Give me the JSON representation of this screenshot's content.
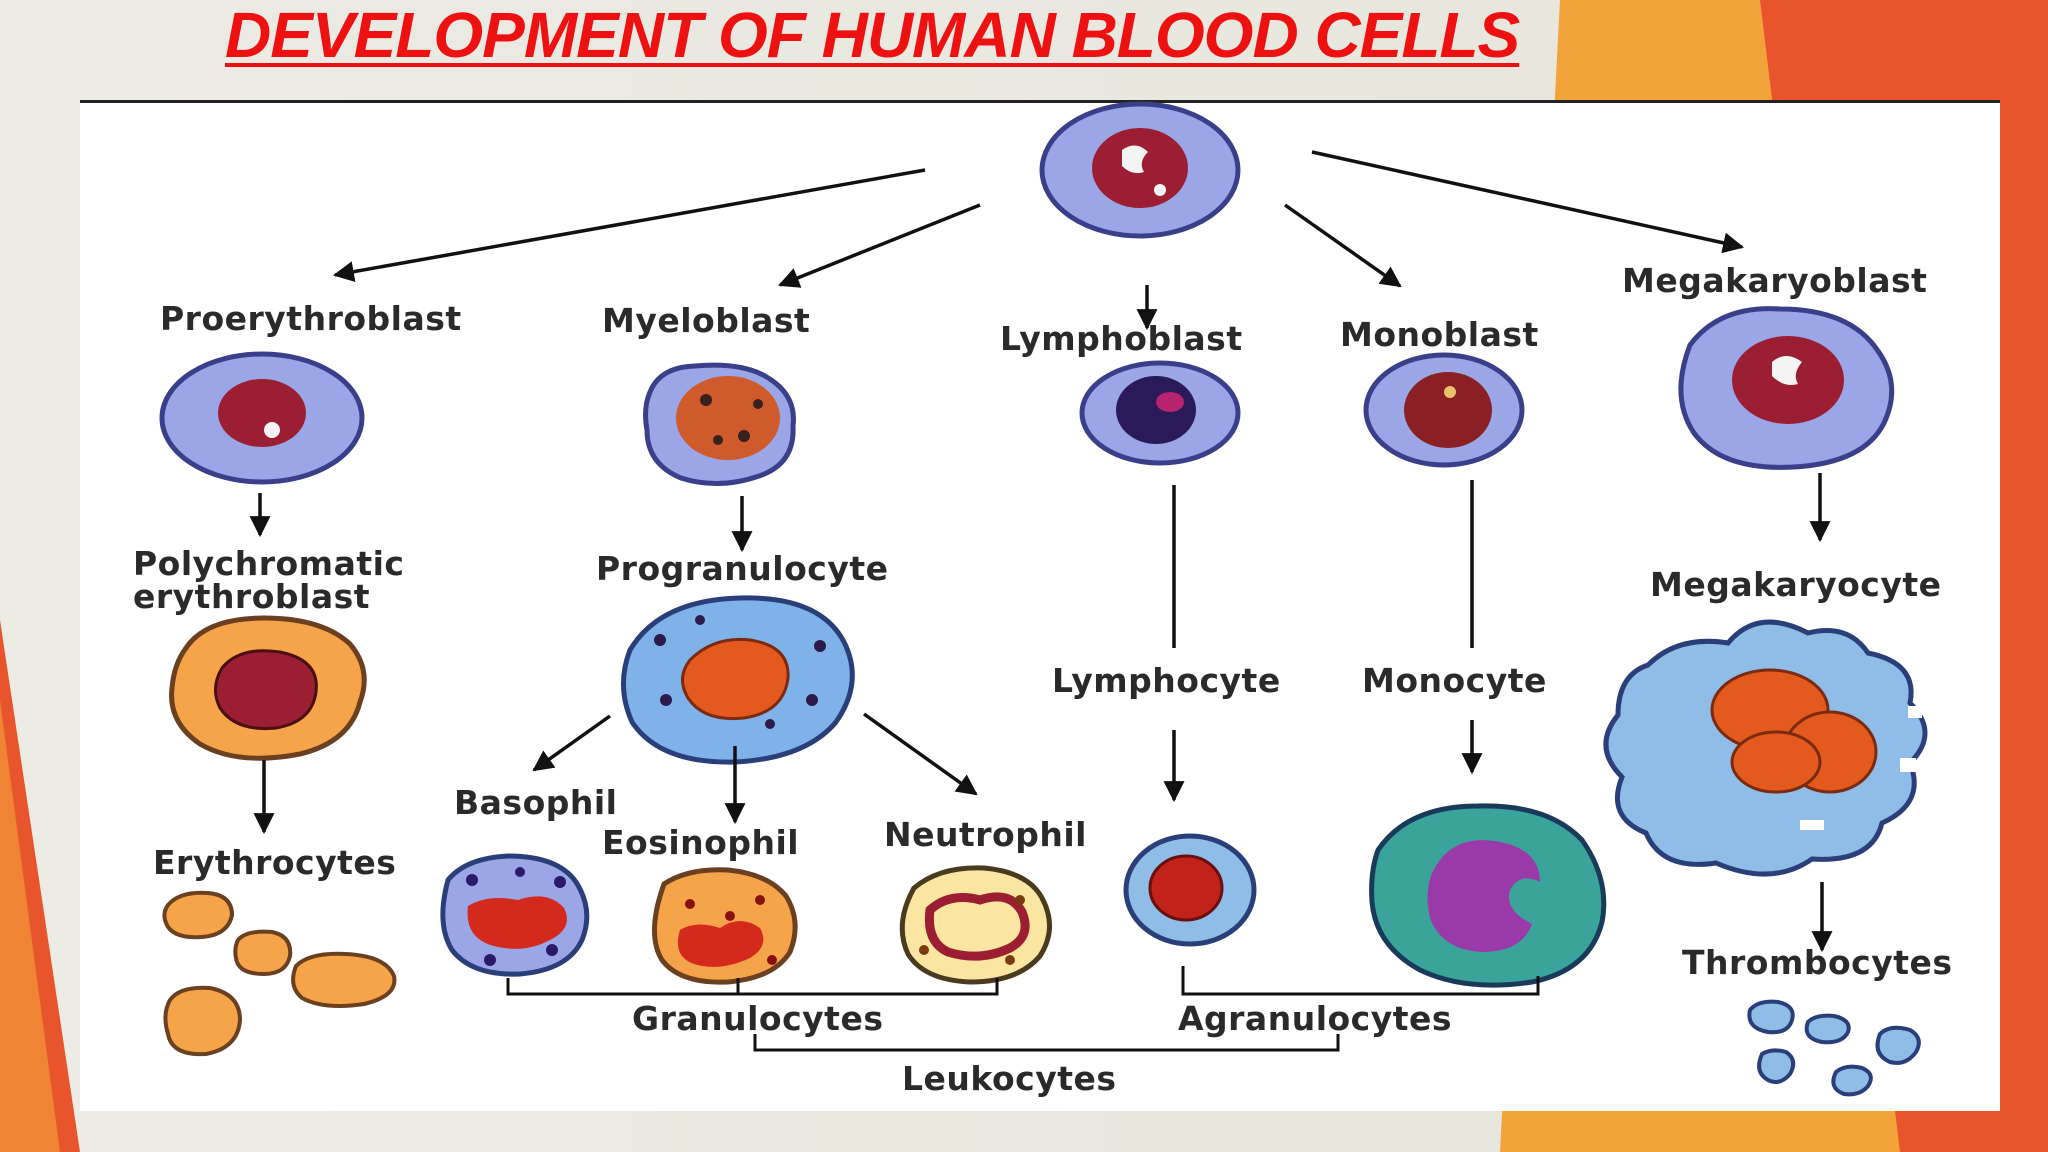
{
  "title": "DEVELOPMENT OF HUMAN BLOOD CELLS",
  "colors": {
    "title": "#ee1111",
    "accent_orange": "#f2a33a",
    "accent_red": "#e8552c",
    "cell_blue": "#9aa6e6",
    "nucleus": "#9b1e32"
  },
  "labels": {
    "proerythroblast": "Proerythroblast",
    "myeloblast": "Myeloblast",
    "lymphoblast": "Lymphoblast",
    "monoblast": "Monoblast",
    "megakaryoblast": "Megakaryoblast",
    "polychromatic_line1": "Polychromatic",
    "polychromatic_line2": "erythroblast",
    "progranulocyte": "Progranulocyte",
    "megakaryocyte": "Megakaryocyte",
    "lymphocyte": "Lymphocyte",
    "monocyte": "Monocyte",
    "basophil": "Basophil",
    "eosinophil": "Eosinophil",
    "neutrophil": "Neutrophil",
    "erythrocytes": "Erythrocytes",
    "thrombocytes": "Thrombocytes",
    "granulocytes": "Granulocytes",
    "agranulocytes": "Agranulocytes",
    "leukocytes": "Leukocytes"
  }
}
